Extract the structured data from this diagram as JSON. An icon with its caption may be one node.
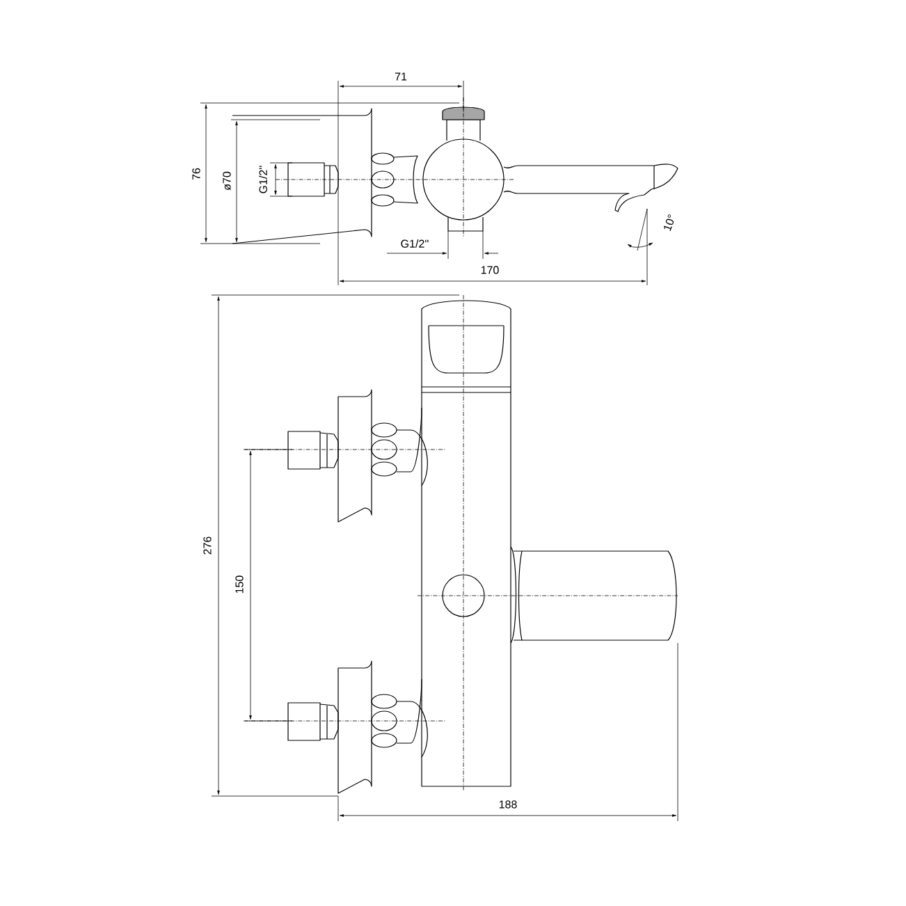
{
  "diagram": {
    "labels": [
      "71",
      "76",
      "ø70",
      "G1/2''",
      "10°",
      "G1/2''",
      "170",
      "276",
      "150",
      "188"
    ]
  }
}
